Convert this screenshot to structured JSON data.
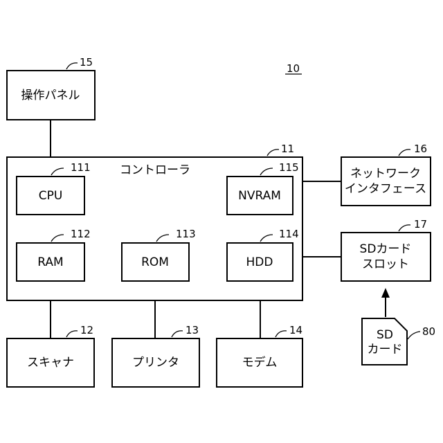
{
  "figure_ref": "10",
  "blocks": {
    "operation_panel": {
      "label": "操作パネル",
      "ref": "15"
    },
    "controller": {
      "label": "コントローラ",
      "ref": "11"
    },
    "cpu": {
      "label": "CPU",
      "ref": "111"
    },
    "nvram": {
      "label": "NVRAM",
      "ref": "115"
    },
    "ram": {
      "label": "RAM",
      "ref": "112"
    },
    "rom": {
      "label": "ROM",
      "ref": "113"
    },
    "hdd": {
      "label": "HDD",
      "ref": "114"
    },
    "network_interface": {
      "label_lines": [
        "ネットワーク",
        "インタフェース"
      ],
      "ref": "16"
    },
    "sd_card_slot": {
      "label_lines": [
        "SDカード",
        "スロット"
      ],
      "ref": "17"
    },
    "sd_card": {
      "label_lines": [
        "SD",
        "カード"
      ],
      "ref": "80"
    },
    "scanner": {
      "label": "スキャナ",
      "ref": "12"
    },
    "printer": {
      "label": "プリンタ",
      "ref": "13"
    },
    "modem": {
      "label": "モデム",
      "ref": "14"
    }
  },
  "colors": {
    "stroke": "#000000",
    "background": "#ffffff"
  }
}
